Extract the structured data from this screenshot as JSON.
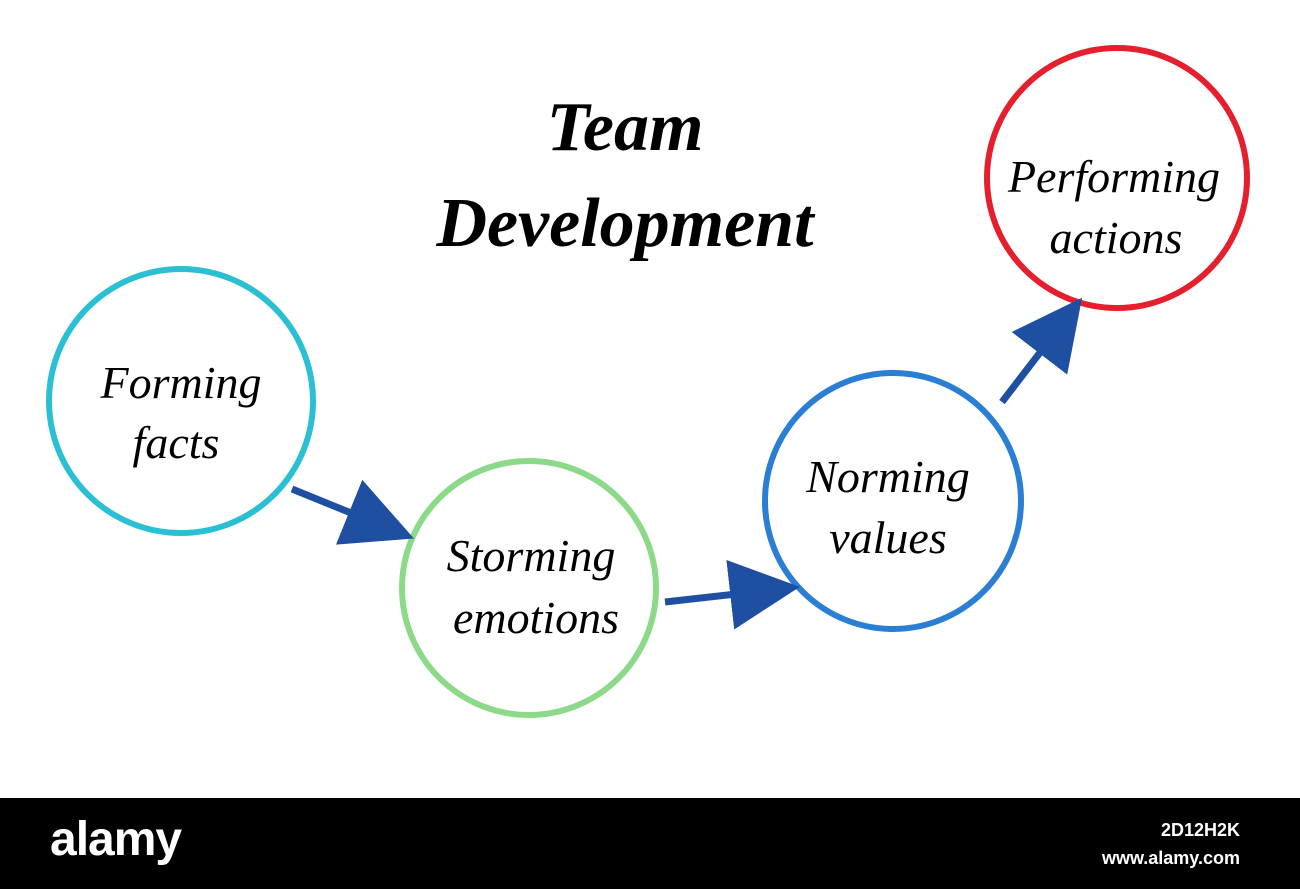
{
  "title": {
    "line1": "Team",
    "line2": "Development"
  },
  "stages": [
    {
      "line1": "Forming",
      "line2": "facts",
      "color": "#2bbfd4"
    },
    {
      "line1": "Storming",
      "line2": "emotions",
      "color": "#8cd98a"
    },
    {
      "line1": "Norming",
      "line2": "values",
      "color": "#2a7fd4"
    },
    {
      "line1": "Performing",
      "line2": "actions",
      "color": "#e5202e"
    }
  ],
  "arrow_color": "#1f4fa0",
  "footer": {
    "logo": "alamy",
    "image_id": "2D12H2K",
    "url": "www.alamy.com"
  }
}
